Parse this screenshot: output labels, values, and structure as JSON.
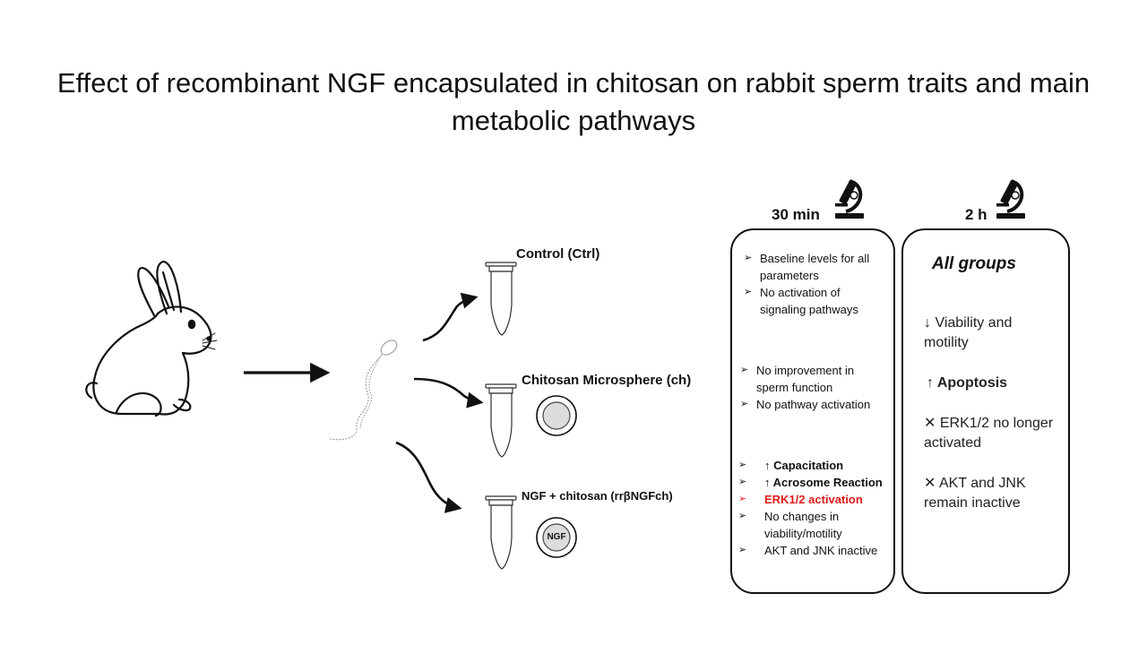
{
  "title": "Effect of recombinant NGF encapsulated in chitosan on rabbit sperm traits and main metabolic pathways",
  "groups": {
    "ctrl": "Control (Ctrl)",
    "ch": "Chitosan Microsphere (ch)",
    "ngf": "NGF + chitosan (rrβNGFch)",
    "ngf_bead": "NGF"
  },
  "time_30": "30 min",
  "time_2h": "2 h",
  "panel30": {
    "ctrl": [
      "Baseline levels for all parameters",
      "No activation of signaling pathways"
    ],
    "ch": [
      "No improvement in sperm function",
      "No pathway activation"
    ],
    "ngf": {
      "cap": "↑ Capacitation",
      "acr": "↑ Acrosome Reaction",
      "erk": "ERK1/2 activation",
      "viab": "No changes in viability/motility",
      "akt": "AKT and JNK inactive"
    }
  },
  "panel2h": {
    "heading": "All groups",
    "viab": "↓ Viability and motility",
    "apop": "↑ Apoptosis",
    "erk": "✕ ERK1/2 no longer activated",
    "akt": "✕ AKT and JNK remain inactive"
  },
  "colors": {
    "accent_red": "#e01b1b",
    "stroke": "#111111"
  },
  "icons": {
    "bullet": "arrowhead-bullet",
    "time": "microscope-icon"
  }
}
